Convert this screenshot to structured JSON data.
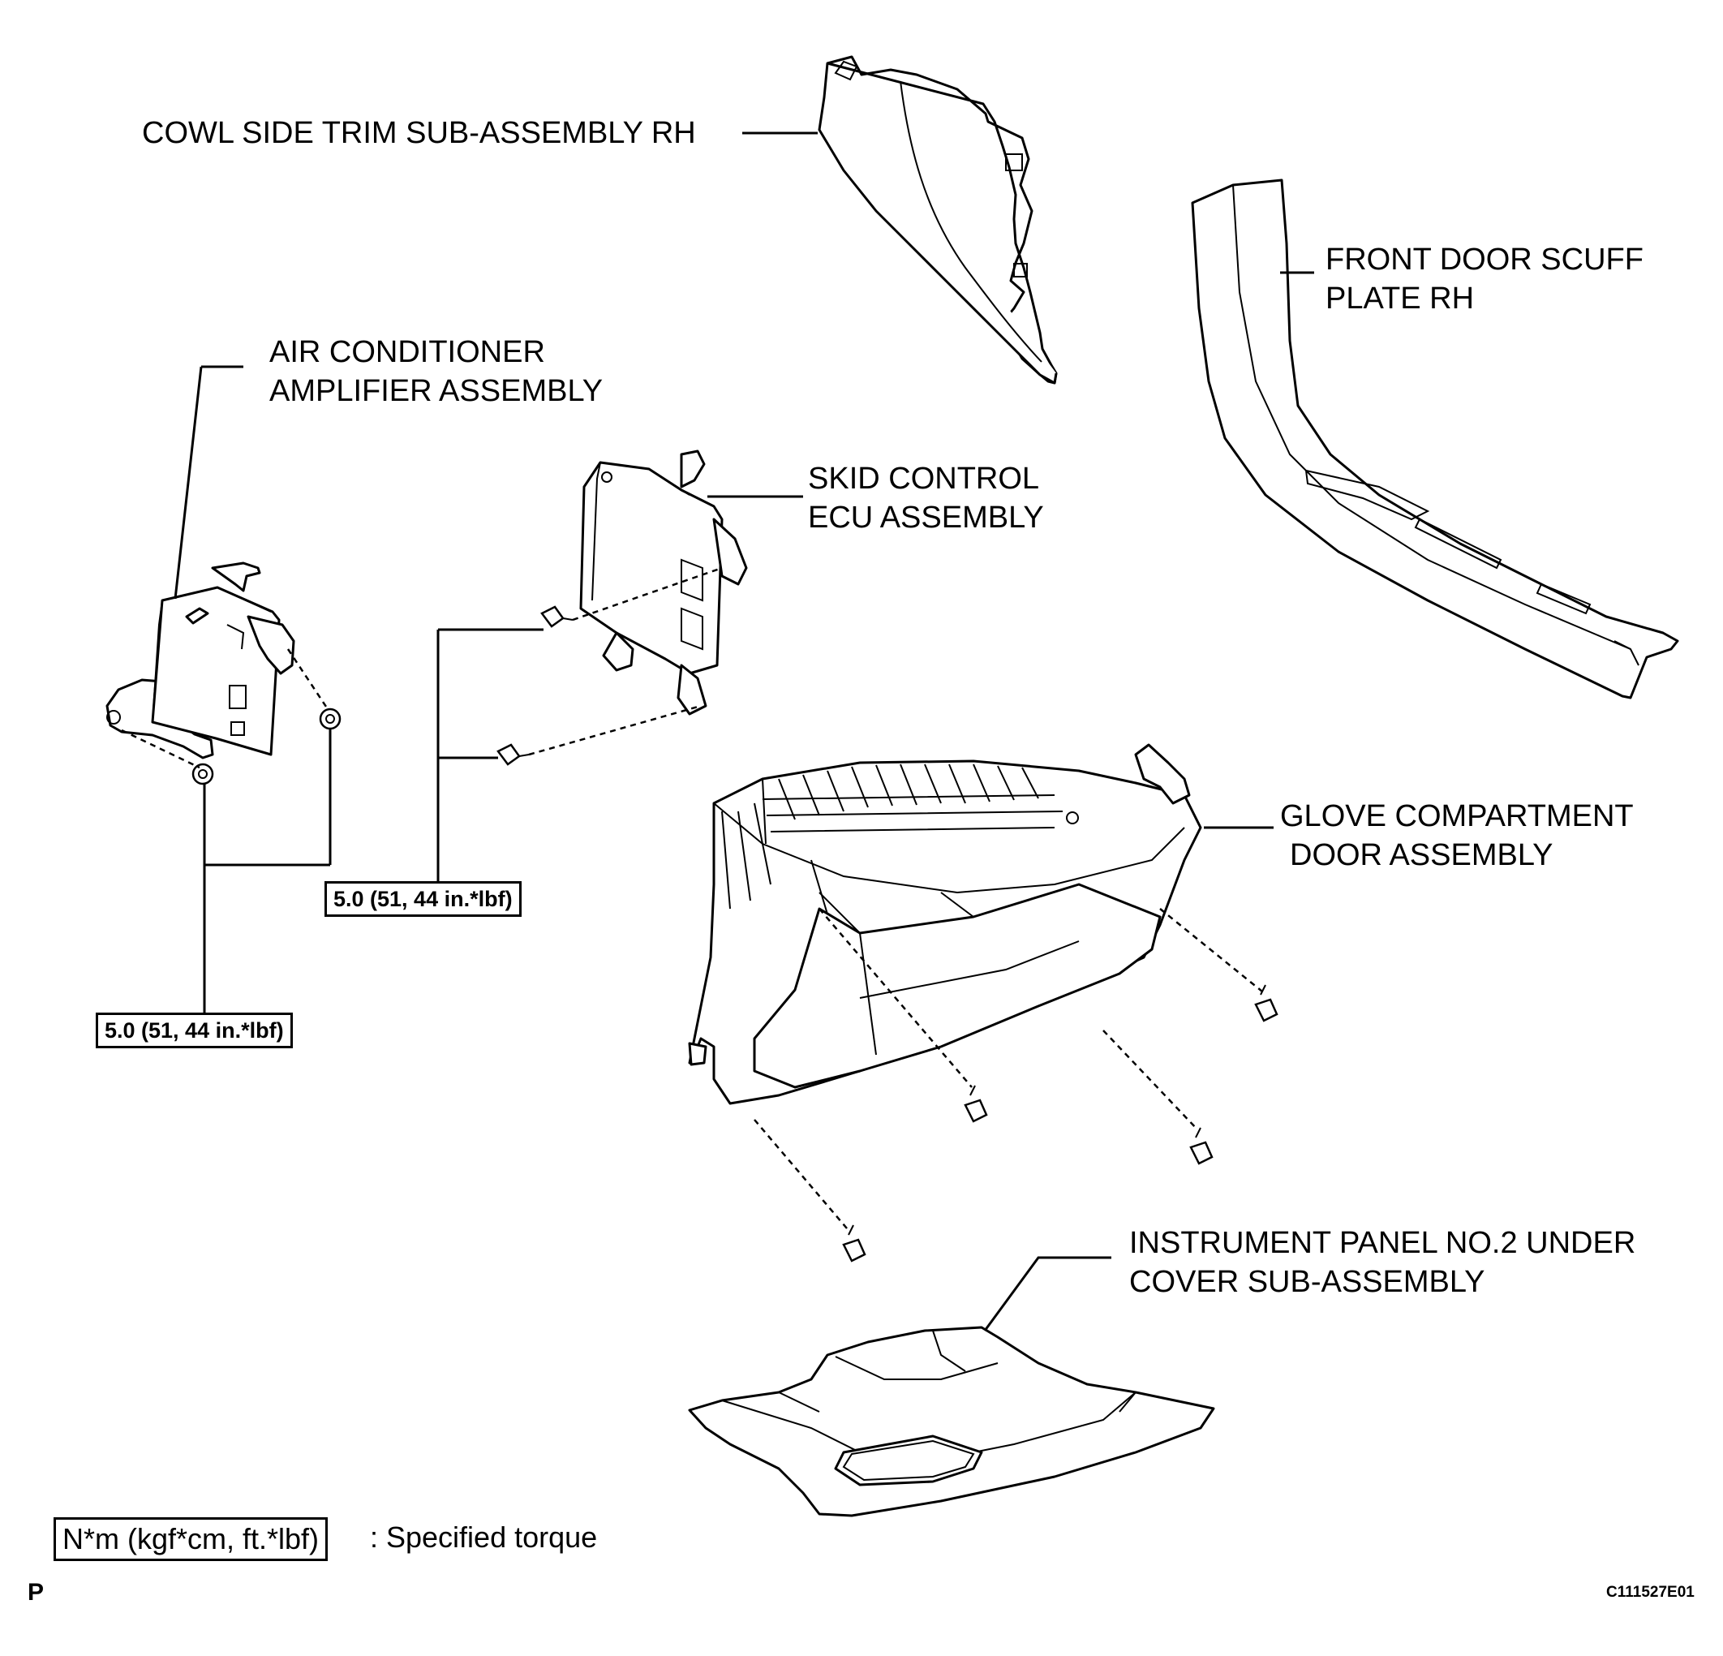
{
  "parts": {
    "cowl_side_trim": {
      "line1": "COWL SIDE TRIM SUB-ASSEMBLY RH"
    },
    "front_door_scuff": {
      "line1": "FRONT DOOR SCUFF",
      "line2": "PLATE RH"
    },
    "air_conditioner_amp": {
      "line1": "AIR CONDITIONER",
      "line2": "AMPLIFIER ASSEMBLY"
    },
    "skid_control_ecu": {
      "line1": "SKID CONTROL",
      "line2": "ECU ASSEMBLY"
    },
    "glove_compartment": {
      "line1": "GLOVE COMPARTMENT",
      "line2": "DOOR ASSEMBLY"
    },
    "instrument_panel_cover": {
      "line1": "INSTRUMENT PANEL NO.2 UNDER",
      "line2": "COVER SUB-ASSEMBLY"
    }
  },
  "torque_specs": {
    "skid_ecu_bolts": "5.0 (51, 44 in.*lbf)",
    "ac_amp_nuts": "5.0 (51, 44 in.*lbf)"
  },
  "legend": {
    "unit_box": "N*m (kgf*cm, ft.*lbf)",
    "description": ": Specified torque"
  },
  "footer": {
    "left_mark": "P",
    "figure_code": "C111527E01"
  }
}
